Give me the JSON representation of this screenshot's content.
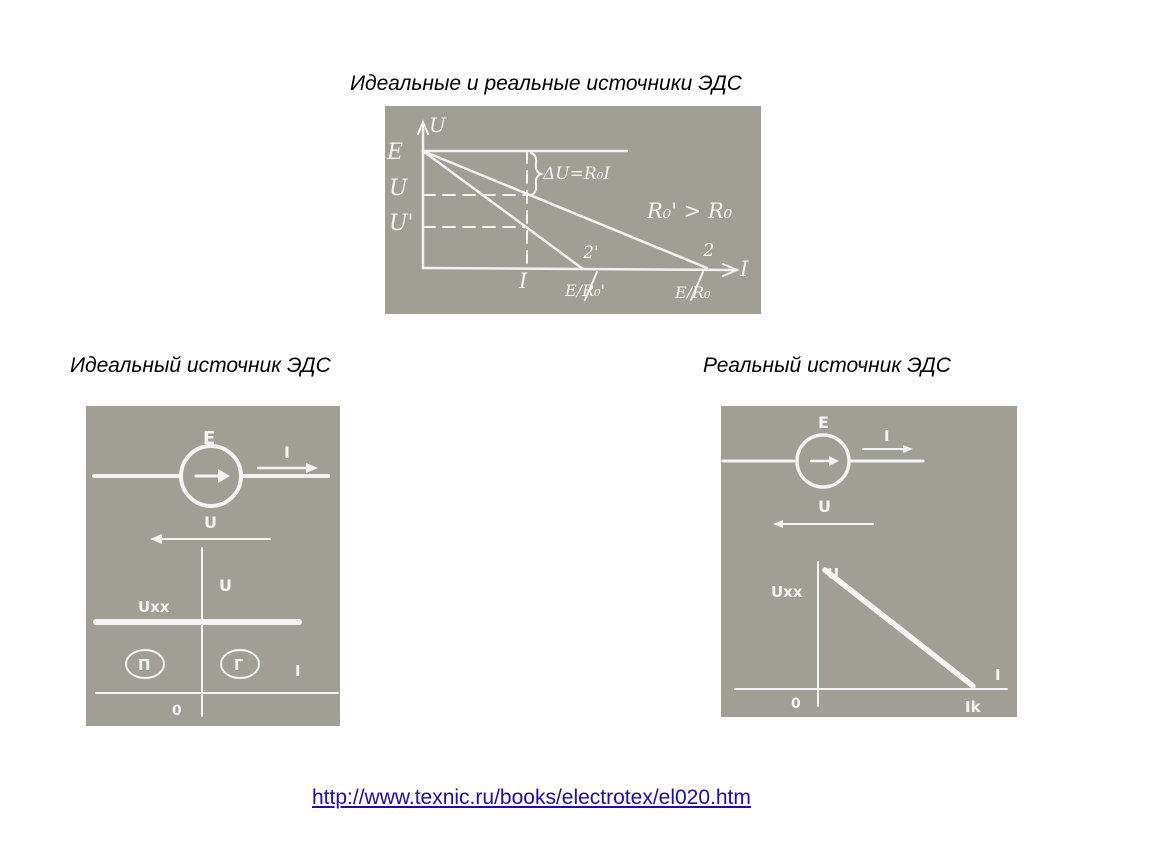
{
  "top_diagram": {
    "title": "Идеальные и реальные источники ЭДС",
    "labels": {
      "y_axis": "U",
      "x_axis": "I",
      "E": "E",
      "U": "U",
      "U_prime": "U'",
      "I_mark": "I",
      "delta": "ΔU=R₀I",
      "relation": "R₀' > R₀",
      "line_2": "2",
      "line_2_prime": "2'",
      "intercept_prime": "E/R₀'",
      "intercept": "E/R₀"
    }
  },
  "ideal_source": {
    "title": "Идеальный источник ЭДС",
    "labels": {
      "emf": "E",
      "current": "I",
      "voltage": "U",
      "axis_u": "U",
      "uxx": "Uxx",
      "region_p": "П",
      "region_g": "Г",
      "axis_i": "I",
      "origin": "0"
    }
  },
  "real_source": {
    "title": "Реальный источник ЭДС",
    "labels": {
      "emf": "E",
      "current": "I",
      "voltage": "U",
      "axis_u": "U",
      "uxx": "Uxx",
      "axis_i": "I",
      "origin": "0",
      "ik": "Ik"
    }
  },
  "link": {
    "text": "http://www.texnic.ru/books/electrotex/el020.htm"
  }
}
